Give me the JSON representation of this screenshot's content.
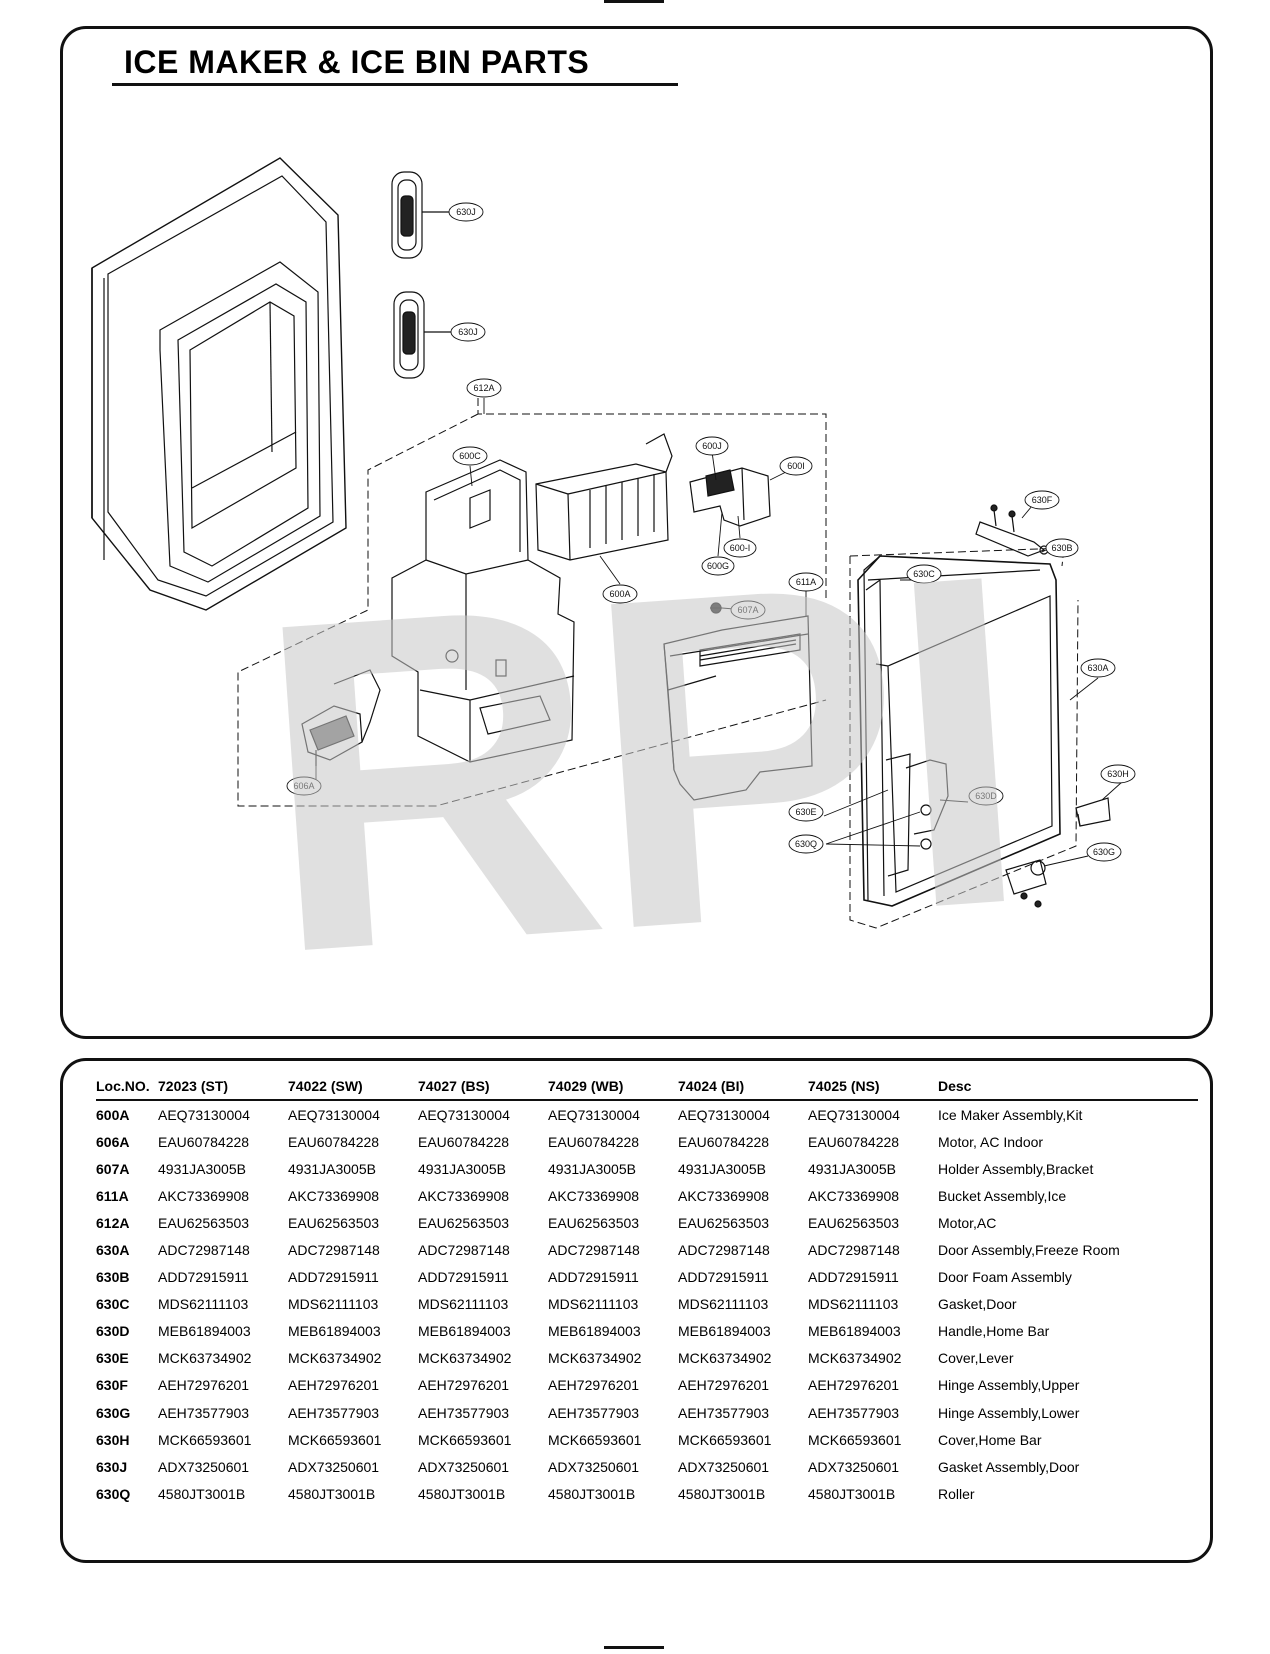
{
  "title": "ICE MAKER & ICE BIN PARTS",
  "watermark": "RPI",
  "callouts": [
    "630J",
    "630J",
    "612A",
    "600C",
    "600J",
    "600I",
    "600-I",
    "600G",
    "600A",
    "630F",
    "630B",
    "630C",
    "611A",
    "607A",
    "630A",
    "606A",
    "630H",
    "630D",
    "630E",
    "630Q",
    "630G"
  ],
  "table": {
    "headers": [
      "Loc.NO.",
      "72023 (ST)",
      "74022 (SW)",
      "74027 (BS)",
      "74029 (WB)",
      "74024 (BI)",
      "74025 (NS)",
      "Desc"
    ],
    "rows": [
      [
        "600A",
        "AEQ73130004",
        "AEQ73130004",
        "AEQ73130004",
        "AEQ73130004",
        "AEQ73130004",
        "AEQ73130004",
        "Ice Maker Assembly,Kit"
      ],
      [
        "606A",
        "EAU60784228",
        "EAU60784228",
        "EAU60784228",
        "EAU60784228",
        "EAU60784228",
        "EAU60784228",
        "Motor, AC Indoor"
      ],
      [
        "607A",
        "4931JA3005B",
        "4931JA3005B",
        "4931JA3005B",
        "4931JA3005B",
        "4931JA3005B",
        "4931JA3005B",
        "Holder Assembly,Bracket"
      ],
      [
        "611A",
        "AKC73369908",
        "AKC73369908",
        "AKC73369908",
        "AKC73369908",
        "AKC73369908",
        "AKC73369908",
        "Bucket Assembly,Ice"
      ],
      [
        "612A",
        "EAU62563503",
        "EAU62563503",
        "EAU62563503",
        "EAU62563503",
        "EAU62563503",
        "EAU62563503",
        "Motor,AC"
      ],
      [
        "630A",
        "ADC72987148",
        "ADC72987148",
        "ADC72987148",
        "ADC72987148",
        "ADC72987148",
        "ADC72987148",
        "Door Assembly,Freeze Room"
      ],
      [
        "630B",
        "ADD72915911",
        "ADD72915911",
        "ADD72915911",
        "ADD72915911",
        "ADD72915911",
        "ADD72915911",
        "Door Foam Assembly"
      ],
      [
        "630C",
        "MDS62111103",
        "MDS62111103",
        "MDS62111103",
        "MDS62111103",
        "MDS62111103",
        "MDS62111103",
        "Gasket,Door"
      ],
      [
        "630D",
        "MEB61894003",
        "MEB61894003",
        "MEB61894003",
        "MEB61894003",
        "MEB61894003",
        "MEB61894003",
        "Handle,Home Bar"
      ],
      [
        "630E",
        "MCK63734902",
        "MCK63734902",
        "MCK63734902",
        "MCK63734902",
        "MCK63734902",
        "MCK63734902",
        "Cover,Lever"
      ],
      [
        "630F",
        "AEH72976201",
        "AEH72976201",
        "AEH72976201",
        "AEH72976201",
        "AEH72976201",
        "AEH72976201",
        "Hinge Assembly,Upper"
      ],
      [
        "630G",
        "AEH73577903",
        "AEH73577903",
        "AEH73577903",
        "AEH73577903",
        "AEH73577903",
        "AEH73577903",
        "Hinge Assembly,Lower"
      ],
      [
        "630H",
        "MCK66593601",
        "MCK66593601",
        "MCK66593601",
        "MCK66593601",
        "MCK66593601",
        "MCK66593601",
        "Cover,Home Bar"
      ],
      [
        "630J",
        "ADX73250601",
        "ADX73250601",
        "ADX73250601",
        "ADX73250601",
        "ADX73250601",
        "ADX73250601",
        "Gasket Assembly,Door"
      ],
      [
        "630Q",
        "4580JT3001B",
        "4580JT3001B",
        "4580JT3001B",
        "4580JT3001B",
        "4580JT3001B",
        "4580JT3001B",
        "Roller"
      ]
    ]
  }
}
